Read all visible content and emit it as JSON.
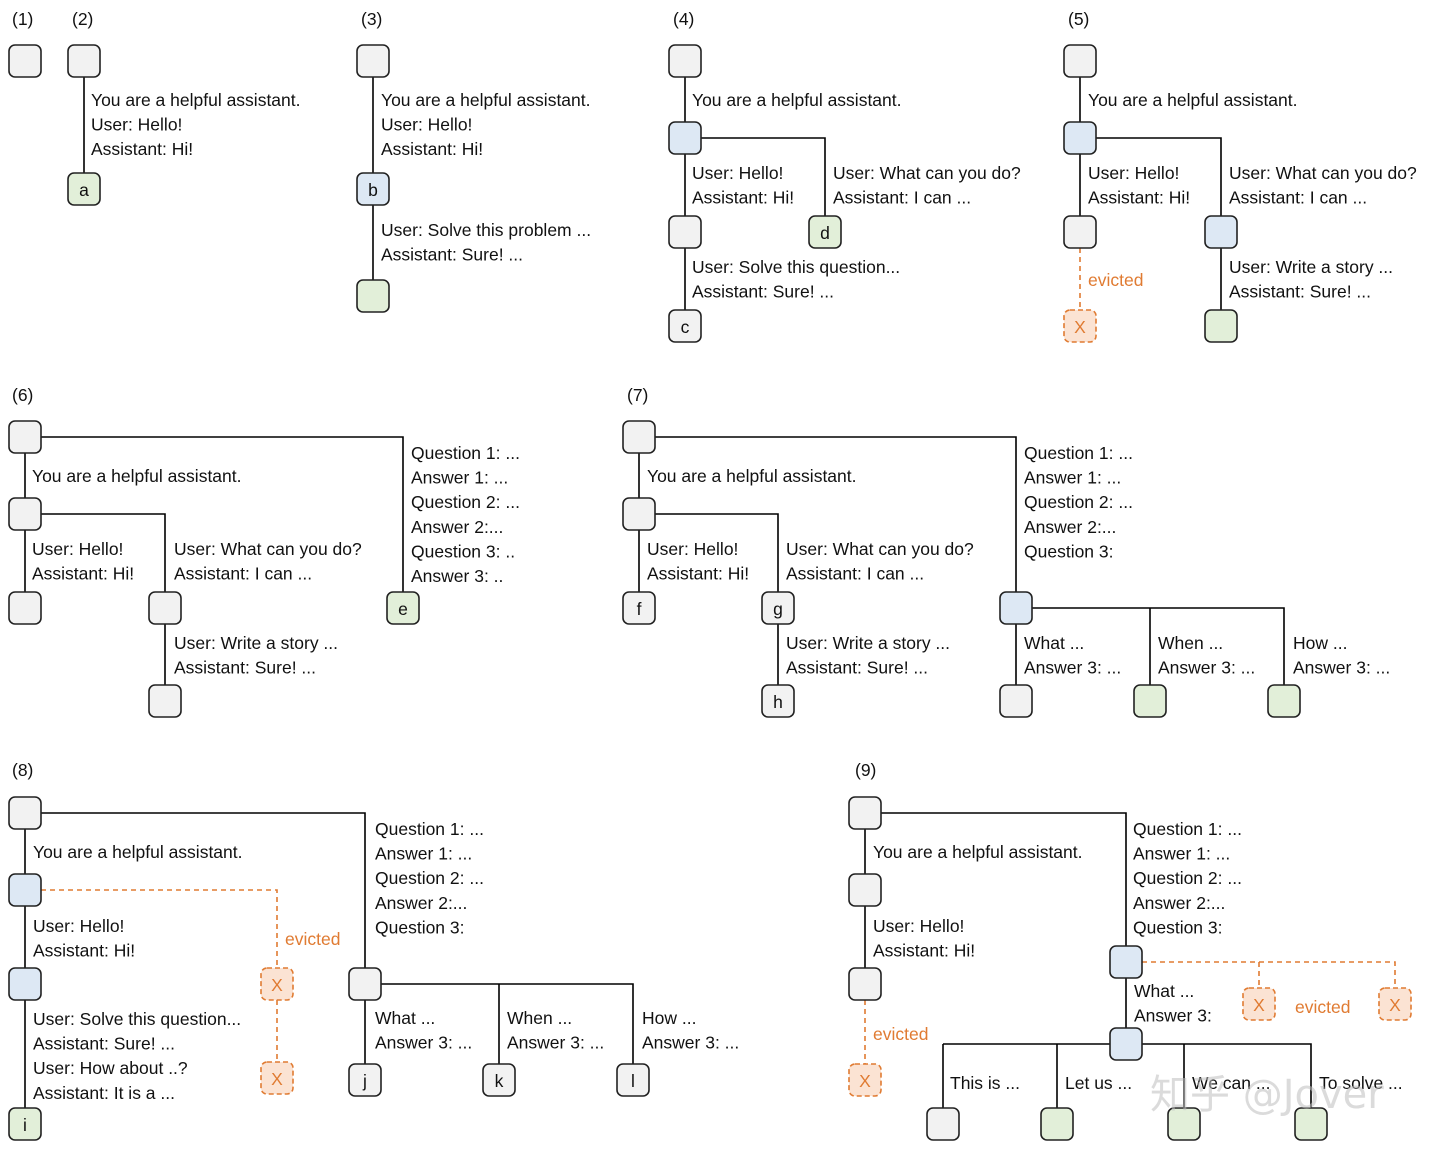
{
  "colors": {
    "gray_node": "#f2f2f2",
    "blue_node": "#dde8f4",
    "green_node": "#e2efd9",
    "evicted": "#e07b32"
  },
  "icons": [
    "tree-node",
    "evicted-node-x"
  ],
  "watermark": "知乎 @Jover",
  "panels": [
    {
      "id": "p1",
      "label": "(1)"
    },
    {
      "id": "p2",
      "label": "(2)",
      "texts": [
        [
          "You are a helpful assistant.",
          "User: Hello!",
          "Assistant: Hi!"
        ]
      ],
      "node_labels": [
        "a"
      ]
    },
    {
      "id": "p3",
      "label": "(3)",
      "texts": [
        [
          "You are a helpful assistant.",
          "User: Hello!",
          "Assistant: Hi!"
        ],
        [
          "User: Solve this problem ...",
          "Assistant: Sure! ..."
        ]
      ],
      "node_labels": [
        "b"
      ]
    },
    {
      "id": "p4",
      "label": "(4)",
      "texts": [
        [
          "You are a helpful assistant."
        ],
        [
          "User: Hello!",
          "Assistant: Hi!"
        ],
        [
          "User: What can you do?",
          "Assistant: I can ..."
        ],
        [
          "User: Solve this question...",
          "Assistant: Sure! ..."
        ]
      ],
      "node_labels": [
        "d",
        "c"
      ]
    },
    {
      "id": "p5",
      "label": "(5)",
      "texts": [
        [
          "You are a helpful assistant."
        ],
        [
          "User: Hello!",
          "Assistant: Hi!"
        ],
        [
          "User: What can you do?",
          "Assistant: I can ..."
        ],
        [
          "User: Write a story ...",
          "Assistant: Sure! ..."
        ]
      ],
      "evicted_label": "evicted",
      "x_label": "X"
    },
    {
      "id": "p6",
      "label": "(6)",
      "texts": [
        [
          "You are a helpful assistant."
        ],
        [
          "User: Hello!",
          "Assistant: Hi!"
        ],
        [
          "User: What can you do?",
          "Assistant: I can ..."
        ],
        [
          "User: Write a story ...",
          "Assistant: Sure! ..."
        ],
        [
          "Question 1: ...",
          "Answer 1: ...",
          "Question 2: ...",
          "Answer 2:...",
          "Question 3: ..",
          "Answer 3: .."
        ]
      ],
      "node_labels": [
        "e"
      ]
    },
    {
      "id": "p7",
      "label": "(7)",
      "texts": [
        [
          "You are a helpful assistant."
        ],
        [
          "User: Hello!",
          "Assistant: Hi!"
        ],
        [
          "User: What can you do?",
          "Assistant: I can ..."
        ],
        [
          "User: Write a story ...",
          "Assistant: Sure! ..."
        ],
        [
          "Question 1: ...",
          "Answer 1: ...",
          "Question 2: ...",
          "Answer 2:...",
          "Question 3:"
        ],
        [
          "What ...",
          "Answer 3: ..."
        ],
        [
          "When ...",
          "Answer 3: ..."
        ],
        [
          "How ...",
          "Answer 3: ..."
        ]
      ],
      "node_labels": [
        "f",
        "g",
        "h"
      ]
    },
    {
      "id": "p8",
      "label": "(8)",
      "texts": [
        [
          "You are a helpful assistant."
        ],
        [
          "User: Hello!",
          "Assistant: Hi!"
        ],
        [
          "User: Solve this question...",
          "Assistant: Sure! ...",
          "User: How about ..?",
          "Assistant: It is a ..."
        ],
        [
          "Question 1: ...",
          "Answer 1: ...",
          "Question 2: ...",
          "Answer 2:...",
          "Question 3:"
        ],
        [
          "What ...",
          "Answer 3: ..."
        ],
        [
          "When ...",
          "Answer 3: ..."
        ],
        [
          "How ...",
          "Answer 3: ..."
        ]
      ],
      "node_labels": [
        "i",
        "j",
        "k",
        "l"
      ],
      "evicted_label": "evicted",
      "x_label": "X"
    },
    {
      "id": "p9",
      "label": "(9)",
      "texts": [
        [
          "You are a helpful assistant."
        ],
        [
          "User: Hello!",
          "Assistant: Hi!"
        ],
        [
          "Question 1: ...",
          "Answer 1: ...",
          "Question 2: ...",
          "Answer 2:...",
          "Question 3:"
        ],
        [
          "What ...",
          "Answer 3:"
        ],
        [
          "This is ..."
        ],
        [
          "Let us ..."
        ],
        [
          "We can ..."
        ],
        [
          "To solve ..."
        ]
      ],
      "evicted_label": "evicted",
      "x_label": "X"
    }
  ]
}
